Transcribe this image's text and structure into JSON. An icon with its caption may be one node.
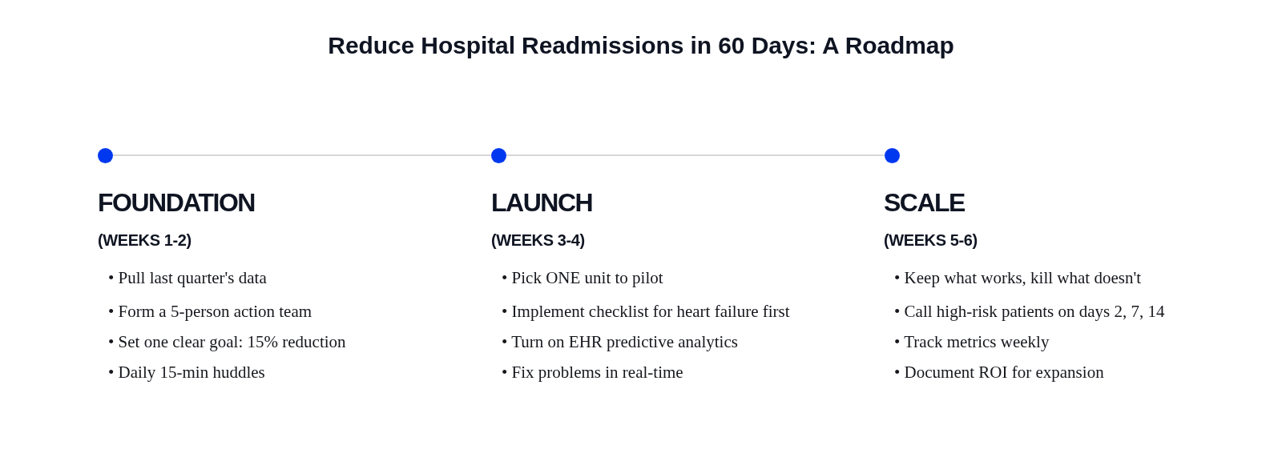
{
  "diagram": {
    "title": "Reduce Hospital Readmissions in 60 Days: A Roadmap",
    "nodes": [
      {
        "text": [],
        "shape": "circle",
        "beside": [
          "FOUNDATION",
          "(WEEKS 1-2)",
          "• Pull last quarter's data",
          "• Form a 5-person action team",
          "• Set one clear goal: 15% reduction",
          "• Daily 15-min huddles"
        ]
      },
      {
        "text": [],
        "shape": "circle",
        "beside": [
          "LAUNCH",
          "(WEEKS 3-4)",
          "• Pick ONE unit to pilot",
          "• Implement checklist for heart failure first",
          "• Turn on EHR predictive analytics",
          "• Fix problems in real-time"
        ]
      },
      {
        "text": [],
        "shape": "circle",
        "beside": [
          "SCALE",
          "(WEEKS 5-6)",
          "• Keep what works, kill what doesn't",
          "• Call high-risk patients on days 2, 7, 14",
          "• Track metrics weekly",
          "• Document ROI for expansion"
        ]
      }
    ],
    "edges": [
      {
        "from": 0,
        "to": 1,
        "arrow": "none"
      },
      {
        "from": 1,
        "to": 2,
        "arrow": "none"
      }
    ]
  }
}
